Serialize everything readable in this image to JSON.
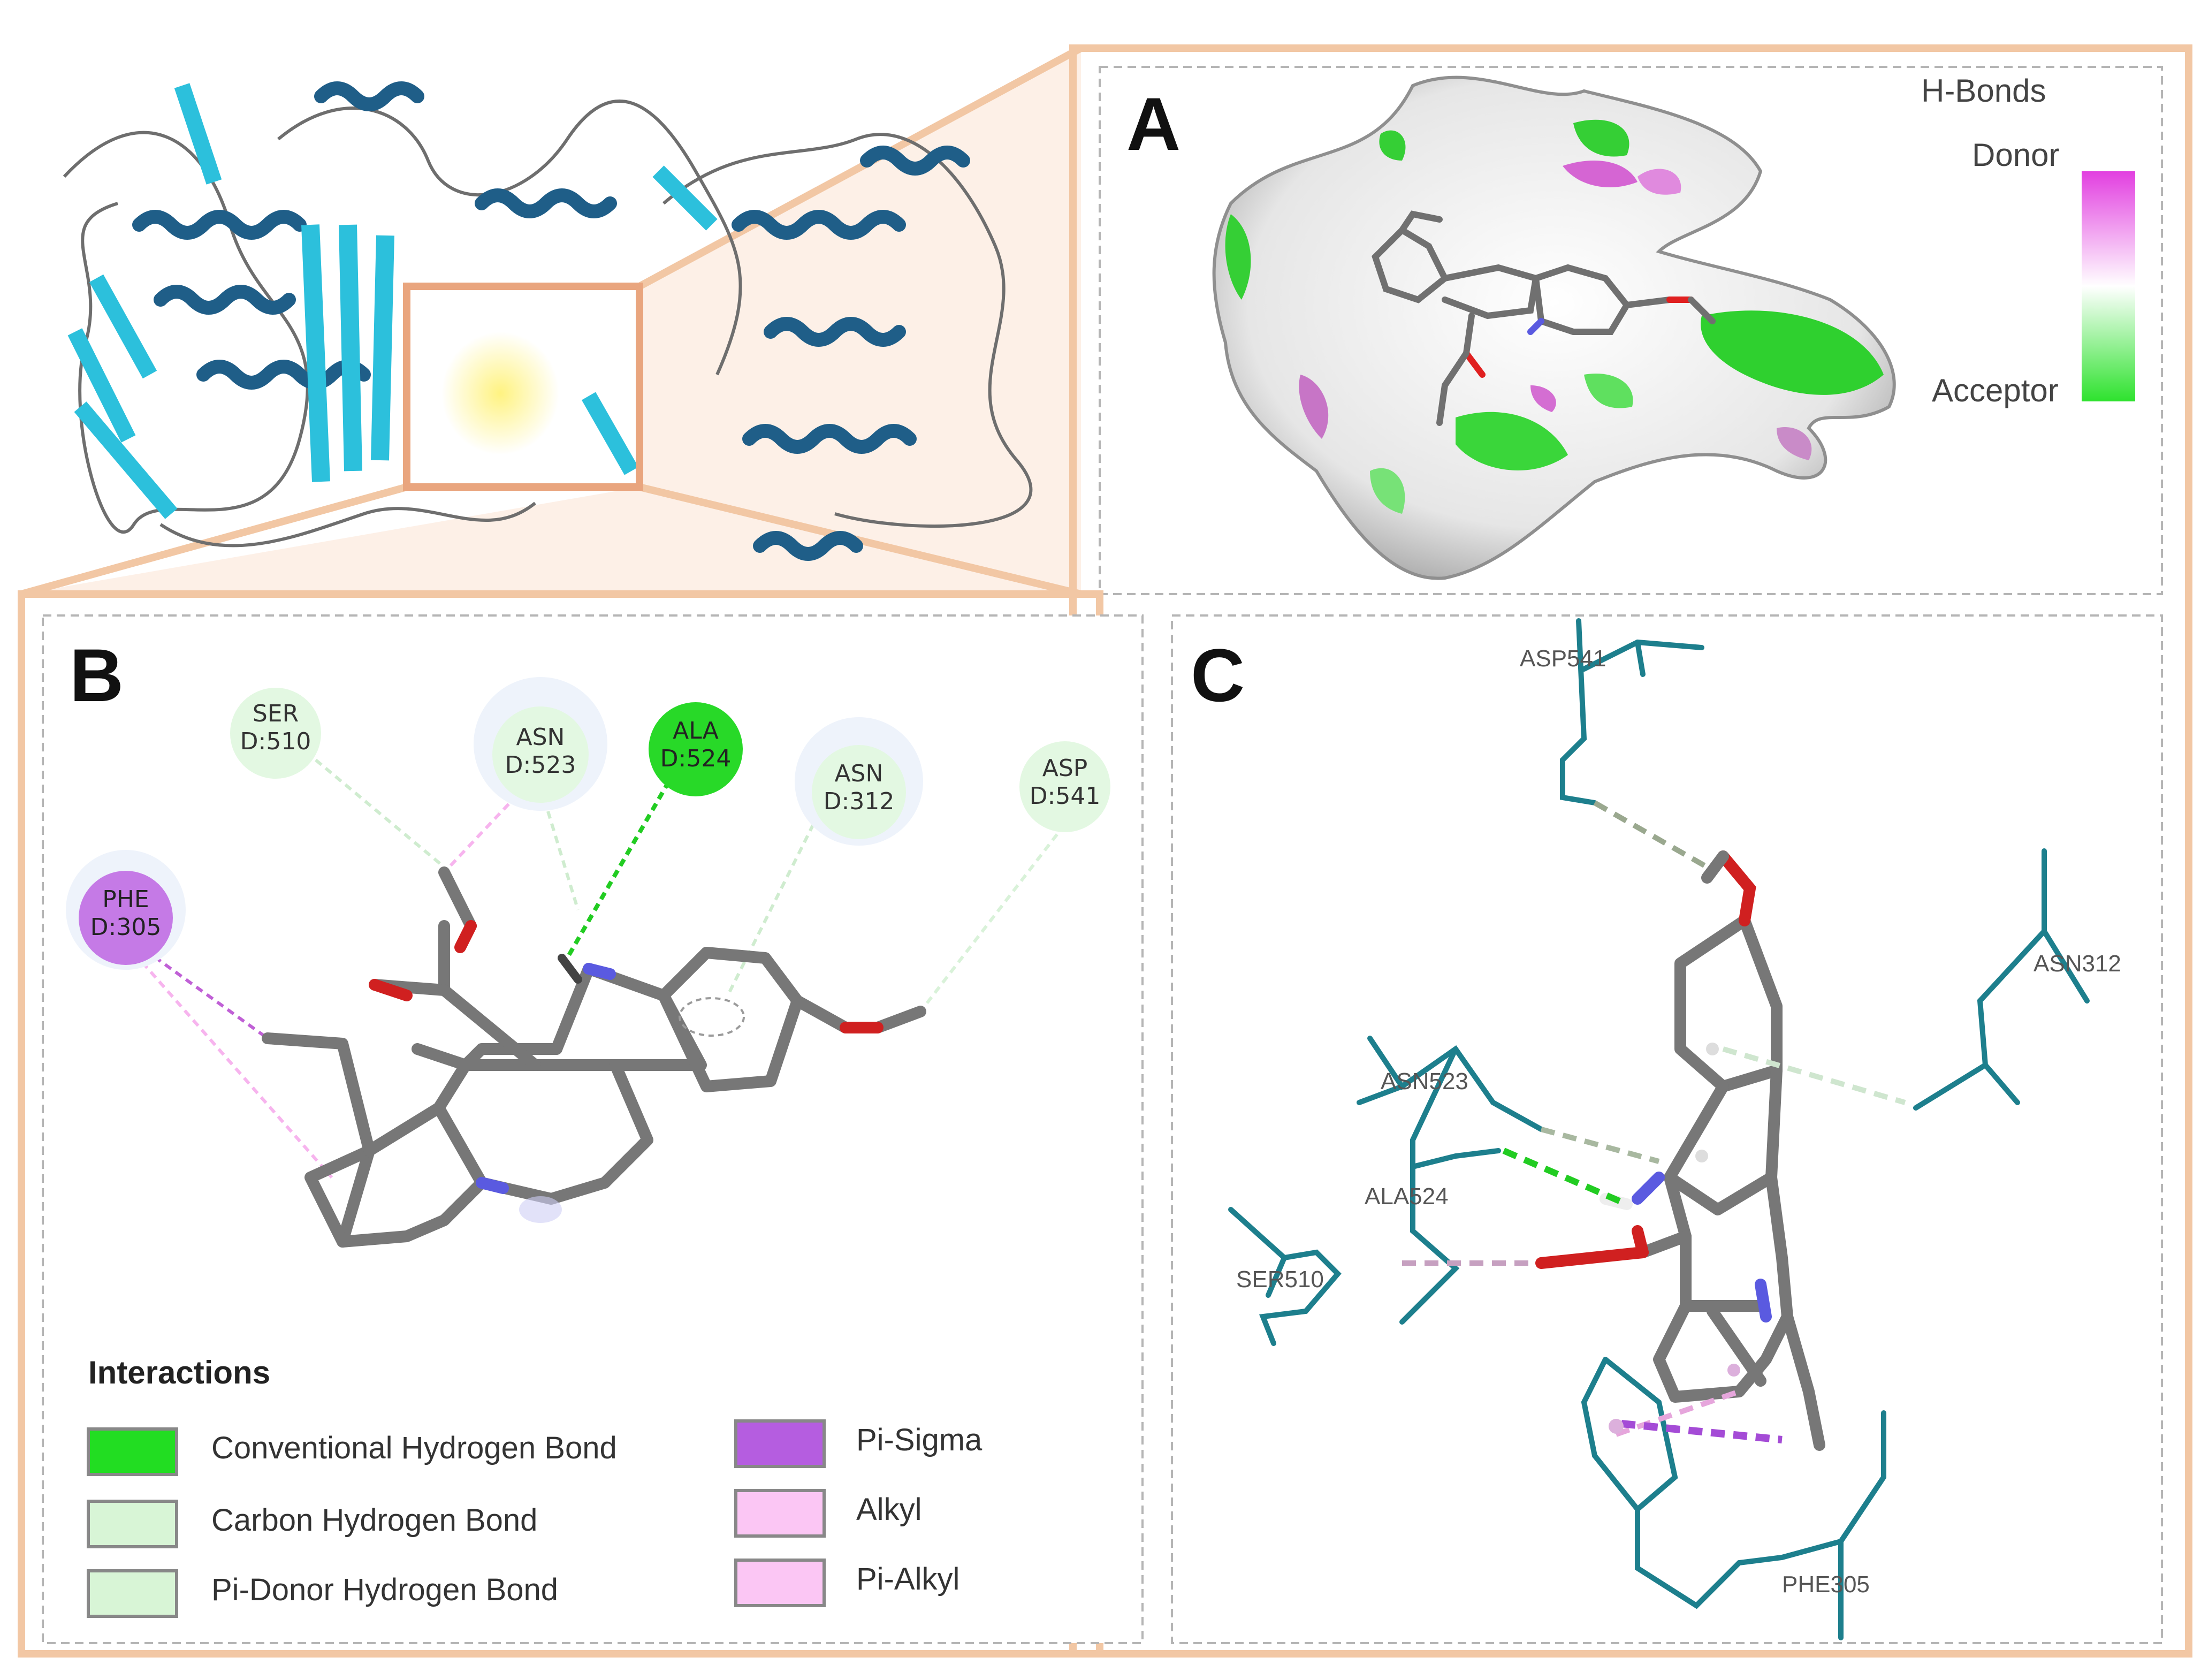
{
  "panels": {
    "a": {
      "letter": "A",
      "legend_title": "H-Bonds",
      "donor_label": "Donor",
      "acceptor_label": "Acceptor",
      "colors": {
        "donor": "#e23fe0",
        "neutral": "#ffffff",
        "acceptor": "#2ee22e"
      }
    },
    "b": {
      "letter": "B",
      "residues": [
        {
          "id": "ser510",
          "name": "SER",
          "pos": "D:510",
          "color": "#e3f8e2"
        },
        {
          "id": "asn523",
          "name": "ASN",
          "pos": "D:523",
          "color": "#e3f8e2"
        },
        {
          "id": "ala524",
          "name": "ALA",
          "pos": "D:524",
          "color": "#28d928"
        },
        {
          "id": "asn312",
          "name": "ASN",
          "pos": "D:312",
          "color": "#e3f8e2"
        },
        {
          "id": "asp541",
          "name": "ASP",
          "pos": "D:541",
          "color": "#e3f8e2"
        },
        {
          "id": "phe305",
          "name": "PHE",
          "pos": "D:305",
          "color": "#c57ae6"
        }
      ],
      "legend": {
        "title": "Interactions",
        "items": [
          {
            "label": "Conventional Hydrogen Bond",
            "color": "#22dd22"
          },
          {
            "label": "Carbon Hydrogen Bond",
            "color": "#d8f5d6"
          },
          {
            "label": "Pi-Donor Hydrogen Bond",
            "color": "#d8f5d6"
          },
          {
            "label": "Pi-Sigma",
            "color": "#b55de0"
          },
          {
            "label": "Alkyl",
            "color": "#fbc6f4"
          },
          {
            "label": "Pi-Alkyl",
            "color": "#fbc6f4"
          }
        ]
      }
    },
    "c": {
      "letter": "C",
      "residue_labels": [
        "ASP541",
        "ASN312",
        "ASN523",
        "ALA524",
        "SER510",
        "PHE305"
      ]
    }
  },
  "colors": {
    "frame": "#f2c7a4",
    "helix_dark": "#1f5e88",
    "sheet_cyan": "#2cc0dc",
    "residue_stick": "#1d7f8d",
    "ligand": "#7b7b7b",
    "oxygen": "#e02020",
    "nitrogen": "#5a5ae0"
  }
}
